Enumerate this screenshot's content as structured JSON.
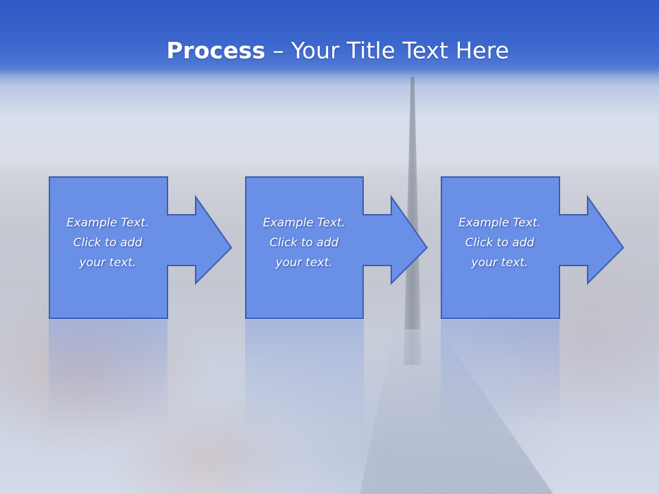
{
  "slide": {
    "title_bold": "Process",
    "title_rest": " – Your Title Text Here",
    "colors": {
      "title_band": "#3a66cd",
      "box_fill": "#6a8fe6",
      "box_border": "#3c5db0",
      "text": "#ffffff"
    }
  },
  "steps": [
    {
      "line1": "Example Text.",
      "line2": "Click  to add",
      "line3": "your text."
    },
    {
      "line1": "Example Text.",
      "line2": "Click  to add",
      "line3": "your text."
    },
    {
      "line1": "Example Text.",
      "line2": "Click  to add",
      "line3": "your text."
    }
  ]
}
